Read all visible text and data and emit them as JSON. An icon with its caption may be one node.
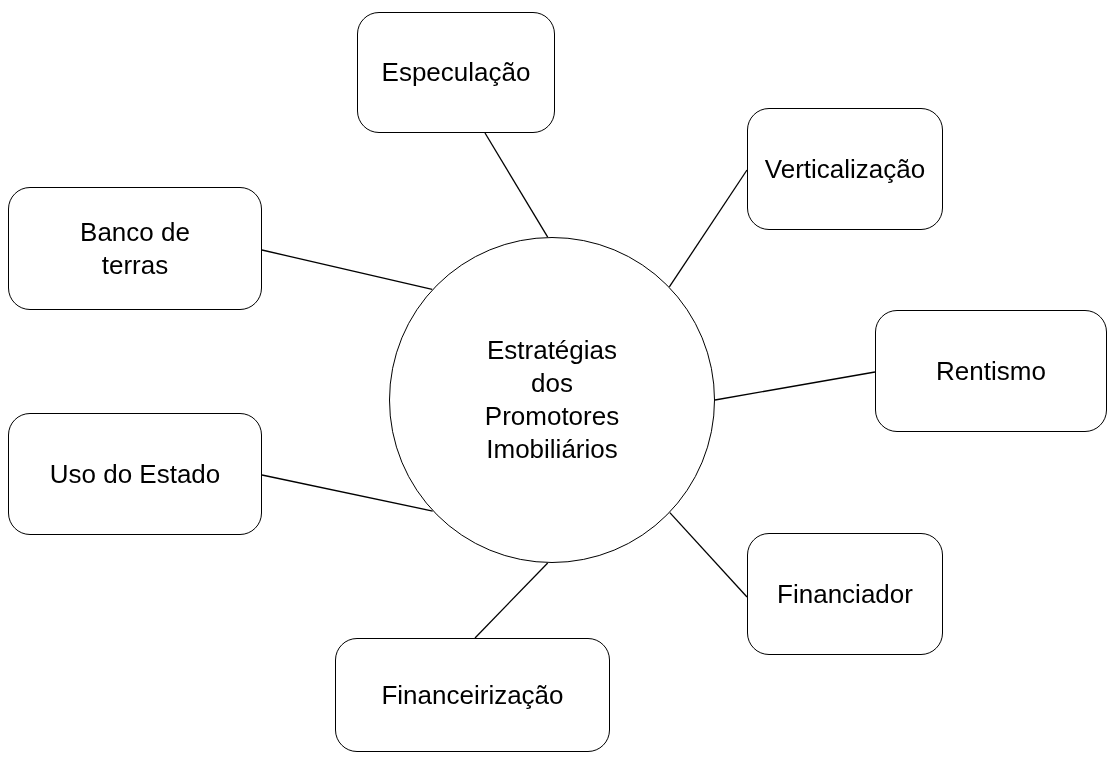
{
  "diagram": {
    "nodes": [
      {
        "text": [
          "Especulação"
        ]
      },
      {
        "text": [
          "Verticalização"
        ]
      },
      {
        "text": [
          "Banco de terras"
        ]
      },
      {
        "text": [
          "Estratégias dos Promotores Imobiliários"
        ]
      },
      {
        "text": [
          "Rentismo"
        ]
      },
      {
        "text": [
          "Uso do Estado"
        ]
      },
      {
        "text": [
          "Financiador"
        ]
      },
      {
        "text": [
          "Financeirização"
        ]
      }
    ],
    "edges": [
      {
        "from": 3,
        "to": 0,
        "arrow": "none"
      },
      {
        "from": 3,
        "to": 1,
        "arrow": "none"
      },
      {
        "from": 3,
        "to": 2,
        "arrow": "none"
      },
      {
        "from": 3,
        "to": 4,
        "arrow": "none"
      },
      {
        "from": 3,
        "to": 5,
        "arrow": "none"
      },
      {
        "from": 3,
        "to": 6,
        "arrow": "none"
      },
      {
        "from": 3,
        "to": 7,
        "arrow": "none"
      }
    ]
  }
}
